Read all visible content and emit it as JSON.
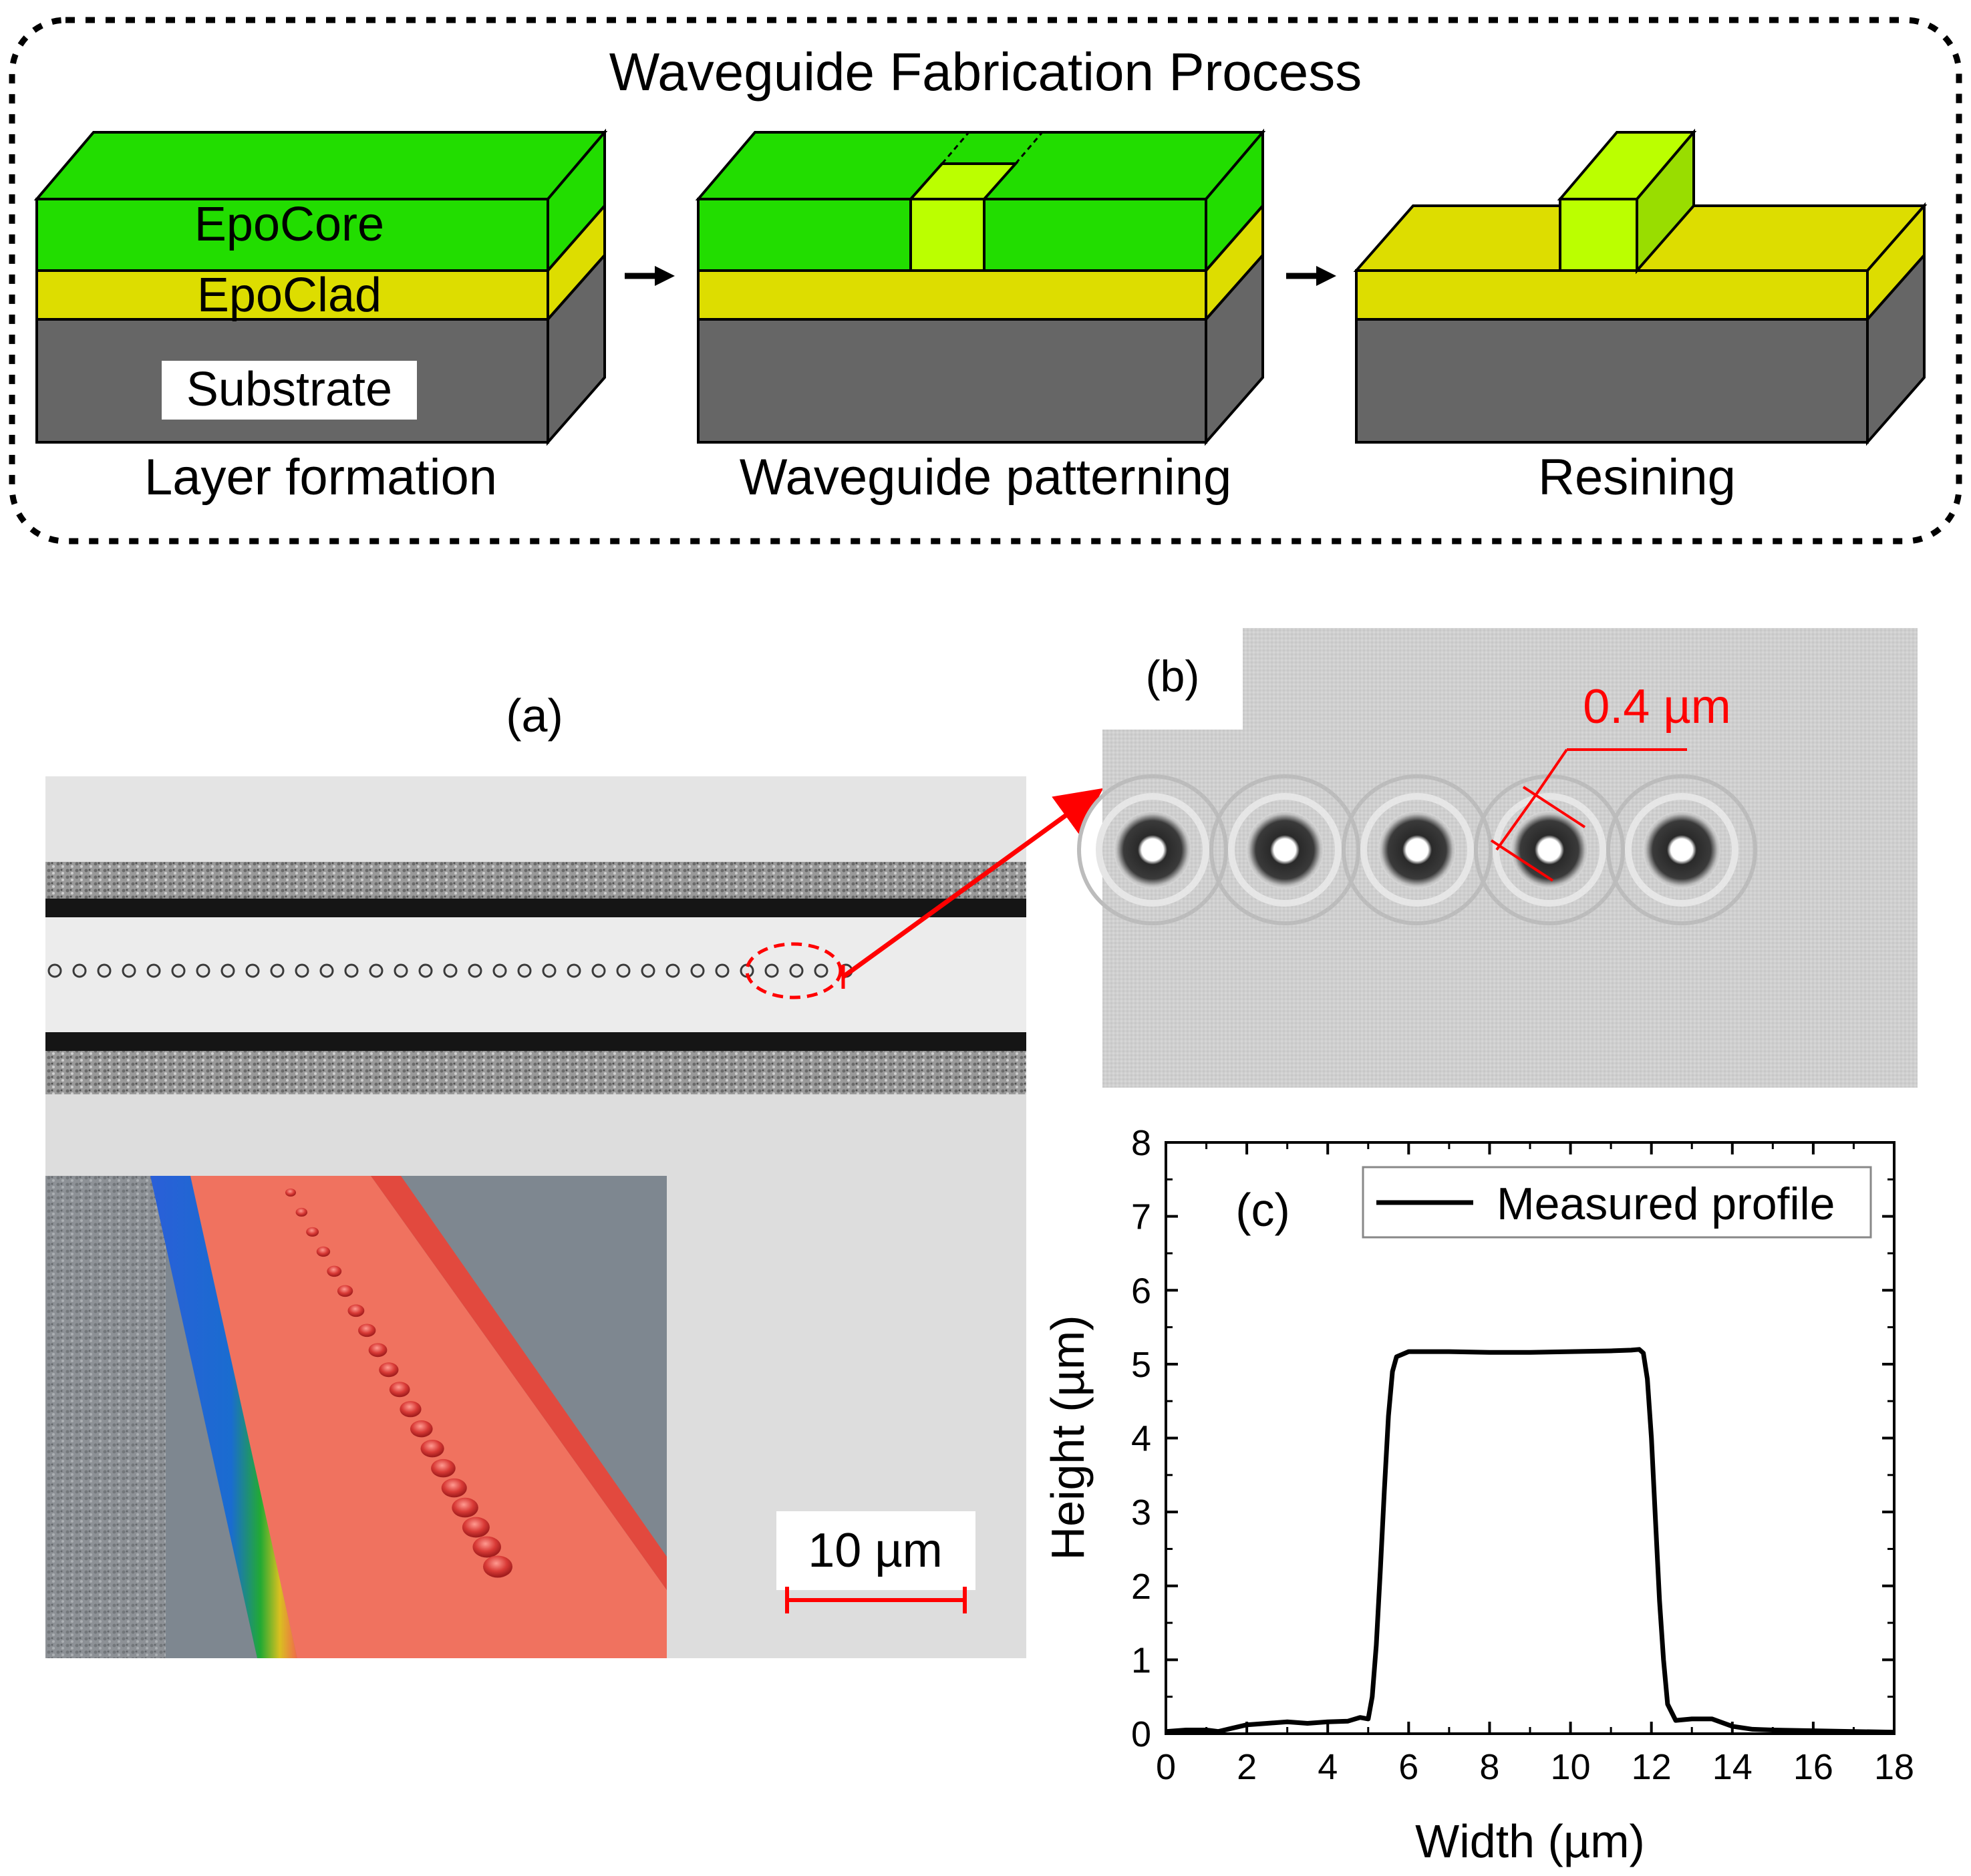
{
  "process": {
    "title": "Waveguide Fabrication Process",
    "steps": [
      {
        "label": "Layer formation"
      },
      {
        "label": "Waveguide patterning"
      },
      {
        "label": "Resining"
      }
    ],
    "layers": {
      "core": "EpoCore",
      "clad": "EpoClad",
      "substrate": "Substrate"
    },
    "colors": {
      "core": "#22dd00",
      "core_pattern": "#bbff00",
      "clad": "#dddd00",
      "substrate": "#666666",
      "outline": "#000000",
      "border": "#000000"
    }
  },
  "panel_a": {
    "label": "(a)",
    "scale_bar_label": "10 µm",
    "accent": "#ff0000"
  },
  "panel_b": {
    "label": "(b)",
    "dimension_label": "0.4 µm"
  },
  "panel_c": {
    "label": "(c)",
    "chart_data": {
      "type": "line",
      "xlabel": "Width (µm)",
      "ylabel": "Height (µm)",
      "xlim": [
        0,
        18
      ],
      "ylim": [
        0,
        8
      ],
      "xticks": [
        0,
        2,
        4,
        6,
        8,
        10,
        12,
        14,
        16,
        18
      ],
      "yticks": [
        0,
        1,
        2,
        3,
        4,
        5,
        6,
        7,
        8
      ],
      "legend_position": "top-right",
      "grid": false,
      "series": [
        {
          "name": "Measured profile",
          "x": [
            0,
            0.5,
            1,
            1.3,
            1.6,
            2,
            2.5,
            3,
            3.5,
            4,
            4.5,
            4.8,
            5.0,
            5.1,
            5.2,
            5.3,
            5.4,
            5.5,
            5.6,
            5.7,
            6,
            7,
            8,
            9,
            10,
            11,
            11.5,
            11.7,
            11.8,
            11.9,
            12.0,
            12.1,
            12.2,
            12.3,
            12.4,
            12.6,
            13,
            13.5,
            14,
            14.5,
            15,
            16,
            17,
            18
          ],
          "y": [
            0.03,
            0.05,
            0.05,
            0.03,
            0.07,
            0.12,
            0.14,
            0.16,
            0.14,
            0.16,
            0.17,
            0.22,
            0.2,
            0.5,
            1.2,
            2.2,
            3.3,
            4.3,
            4.9,
            5.1,
            5.17,
            5.17,
            5.16,
            5.16,
            5.17,
            5.18,
            5.19,
            5.2,
            5.15,
            4.8,
            4.0,
            2.9,
            1.8,
            1.0,
            0.4,
            0.18,
            0.2,
            0.2,
            0.1,
            0.06,
            0.05,
            0.04,
            0.03,
            0.02
          ]
        }
      ]
    }
  }
}
